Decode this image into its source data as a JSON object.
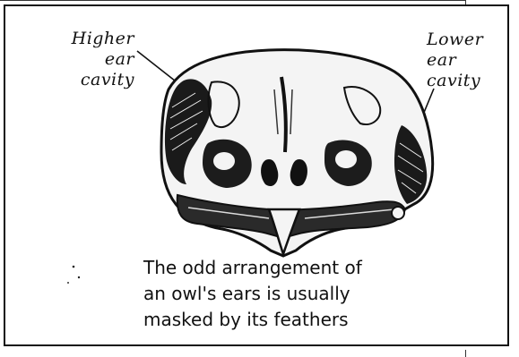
{
  "labels": {
    "left": [
      "Higher",
      "ear",
      "cavity"
    ],
    "right": [
      "Lower",
      "ear",
      "cavity"
    ]
  },
  "caption": [
    "The odd arrangement of",
    "an owl's ears is usually",
    "masked by its feathers"
  ]
}
